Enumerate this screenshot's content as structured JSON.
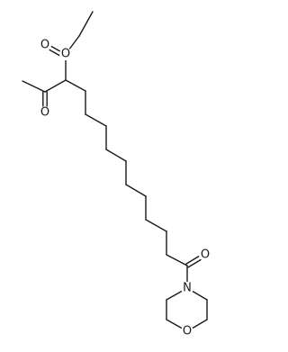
{
  "diagram": {
    "type": "skeletal-structure",
    "atom_labels": {
      "ester_carbonyl_o": "O",
      "ester_ether_o": "O",
      "acetyl_o": "O",
      "amide_o": "O",
      "morpholine_n": "N",
      "morpholine_o": "O"
    },
    "colors": {
      "bond": "#1a1a1a",
      "background": "#ffffff"
    }
  }
}
